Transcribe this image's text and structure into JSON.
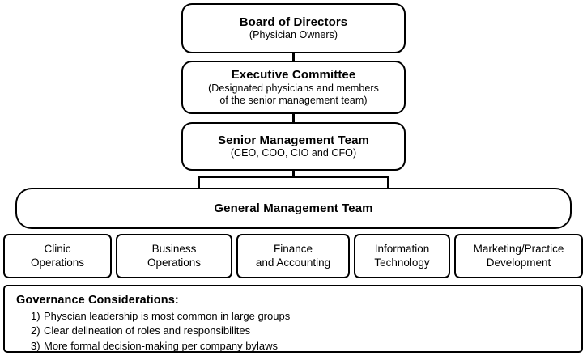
{
  "diagram": {
    "hierarchy": [
      {
        "id": "board",
        "title": "Board of Directors",
        "subtitle": "(Physician Owners)"
      },
      {
        "id": "executive",
        "title": "Executive Committee",
        "subtitle": "(Designated physicians and members",
        "subtitle2": "of the senior management team)"
      },
      {
        "id": "senior",
        "title": "Senior Management Team",
        "subtitle": "(CEO, COO, CIO and CFO)"
      }
    ],
    "general_management": {
      "title": "General Management Team"
    },
    "departments": [
      {
        "line1": "Clinic",
        "line2": "Operations"
      },
      {
        "line1": "Business",
        "line2": "Operations"
      },
      {
        "line1": "Finance",
        "line2": "and Accounting"
      },
      {
        "line1": "Information",
        "line2": "Technology"
      },
      {
        "line1": "Marketing/Practice",
        "line2": "Development"
      }
    ],
    "governance": {
      "title": "Governance Considerations:",
      "items": [
        {
          "number": "1)",
          "text": "Physcian leadership is most common in large groups"
        },
        {
          "number": "2)",
          "text": "Clear delineation of roles and responsibilites"
        },
        {
          "number": "3)",
          "text": "More formal decision-making per company bylaws"
        }
      ]
    },
    "colors": {
      "border": "#000000",
      "background": "#ffffff",
      "text": "#000000"
    }
  }
}
